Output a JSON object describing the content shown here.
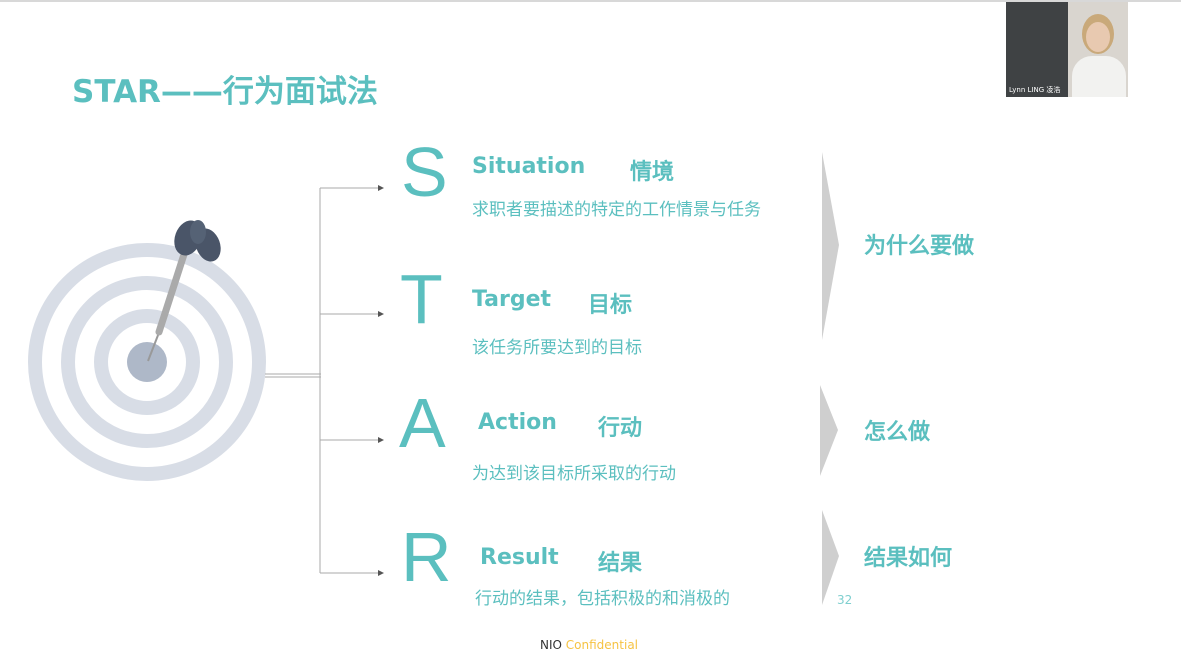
{
  "slide": {
    "title": "STAR——行为面试法",
    "items": [
      {
        "letter": "S",
        "en": "Situation",
        "cn": "情境",
        "desc": "求职者要描述的特定的工作情景与任务"
      },
      {
        "letter": "T",
        "en": "Target",
        "cn": "目标",
        "desc": "该任务所要达到的目标"
      },
      {
        "letter": "A",
        "en": "Action",
        "cn": "行动",
        "desc": "为达到该目标所采取的行动"
      },
      {
        "letter": "R",
        "en": "Result",
        "cn": "结果",
        "desc": "行动的结果，包括积极的和消极的"
      }
    ],
    "summaries": [
      "为什么要做",
      "怎么做",
      "结果如何"
    ],
    "page_number": "32",
    "footer": {
      "brand": "NIO",
      "label": "Confidential"
    },
    "colors": {
      "accent": "#5bbfbf",
      "target": "#d8dde6",
      "bullseye": "#aeb8c8",
      "dart": "#4a5568",
      "footer_accent": "#f6c343"
    }
  },
  "video": {
    "participant_name": "Lynn LING 凌浩"
  }
}
